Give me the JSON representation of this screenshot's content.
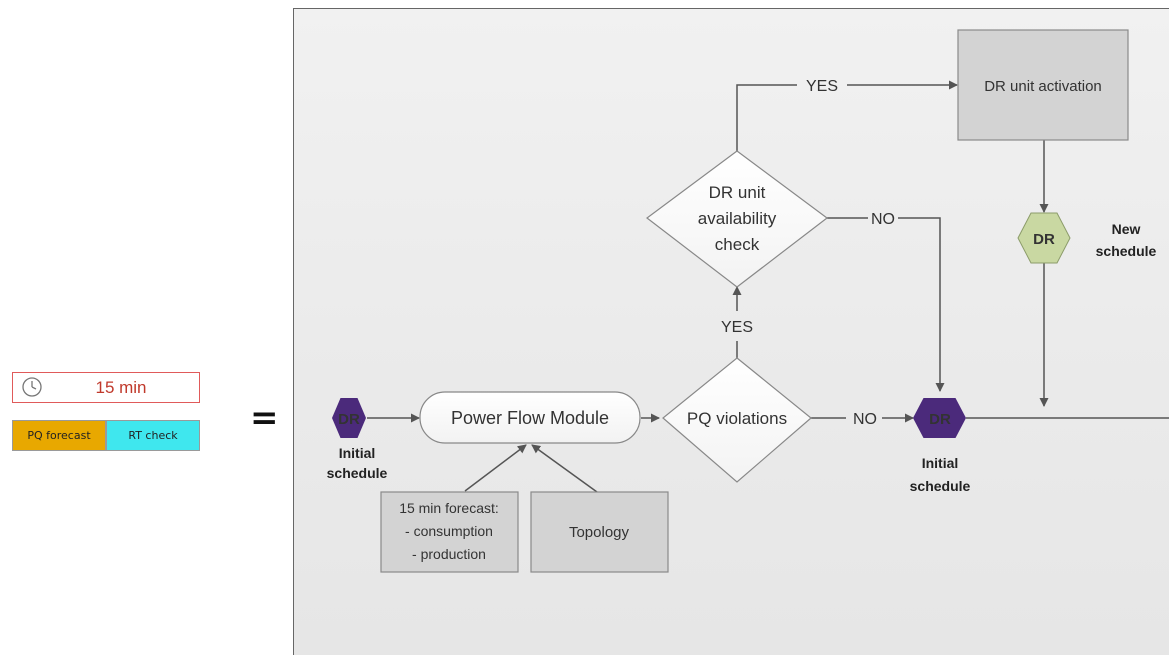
{
  "legend": {
    "time_label": "15 min",
    "bar_left": "PQ forecast",
    "bar_right": "RT check",
    "clock_icon": "clock-icon",
    "colors": {
      "time_border": "#e05a5a",
      "time_text": "#c0392b",
      "pq_forecast": "#e8a800",
      "rt_check": "#3fe7ee"
    }
  },
  "equals_sign": "=",
  "diagram": {
    "dr_label": "DR",
    "initial_schedule_left": [
      "Initial",
      "schedule"
    ],
    "initial_schedule_right": [
      "Initial",
      "schedule"
    ],
    "new_schedule": [
      "New",
      "schedule"
    ],
    "power_flow_module": "Power Flow Module",
    "pq_violations": "PQ violations",
    "forecast_box": [
      "15 min forecast:",
      "- consumption",
      "- production"
    ],
    "topology": "Topology",
    "availability_check": [
      "DR unit",
      "availability",
      "check"
    ],
    "dr_unit_activation": "DR unit activation",
    "yes": "YES",
    "no": "NO",
    "colors": {
      "dr_dark": "#4b2a7b",
      "dr_light": "#c9d8a2",
      "box_fill": "#d3d3d3"
    }
  }
}
